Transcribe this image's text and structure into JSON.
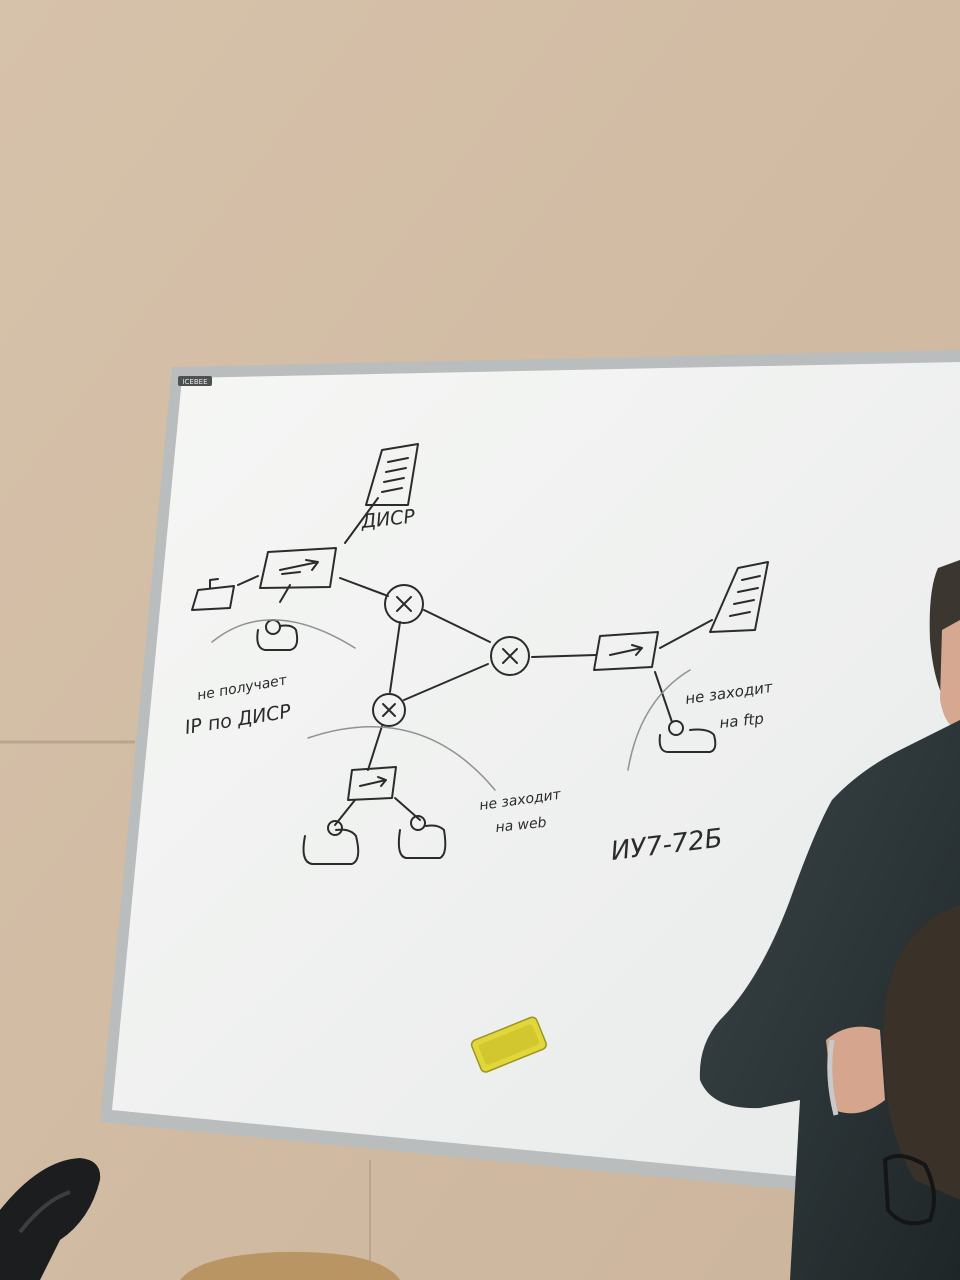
{
  "photo": {
    "wall_color": "#d9c4ad",
    "board_color": "#f4f5f3",
    "frame_color": "#b9bdbe",
    "ink_color": "#2b2b2b"
  },
  "board": {
    "brand": "ICEBEE",
    "labels": {
      "dhcp_top": "ДИСР",
      "note_no_ip_line1": "не получает",
      "note_no_ip_line2": "IP по ДИСР",
      "note_no_ftp_line1": "не заходит",
      "note_no_ftp_line2": "на ftp",
      "note_no_web_line1": "не заходит",
      "note_no_web_line2": "на web",
      "group_code": "ИУ7-72Б"
    }
  },
  "eraser": {
    "color": "#e2d73a"
  }
}
